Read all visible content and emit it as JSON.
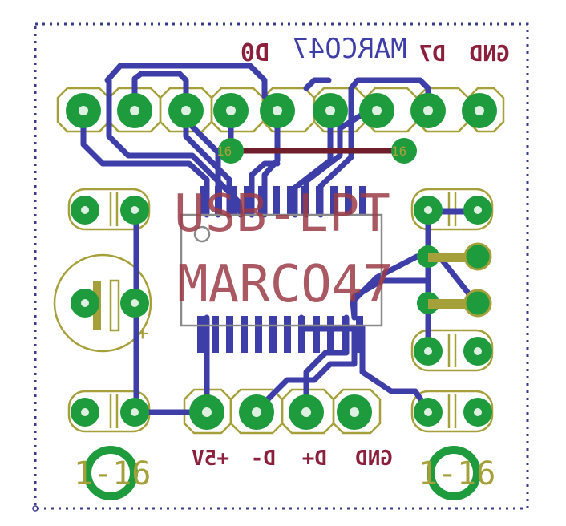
{
  "colors": {
    "background": "#ffffff",
    "outline": "#3a3a8c",
    "copper_trace": "#3e3ea8",
    "copper_bottom_trace": "#6e1f2b",
    "pad_copper": "#1e9b3c",
    "silkscreen": "#a6a03a",
    "doc_text_red": "#9b3b45",
    "doc_text_bottom": "#8c1f3b",
    "chip_outline": "#8a8a8a",
    "drill": "#ffffff"
  },
  "labels": {
    "top_left": "D0",
    "top_center": "MARCO47",
    "top_right_d7": "D7",
    "top_right_gnd": "GND",
    "title_line1": "USB-LPT",
    "title_line2": "MARCO47",
    "bottom_5v": "+5V",
    "bottom_dminus": "D-",
    "bottom_dplus": "D+",
    "bottom_gnd": "GND",
    "hole_left": "1-16",
    "hole_right": "1-16",
    "jumper_left": "16",
    "jumper_right": "16",
    "cap_plus": "+"
  },
  "icons": {
    "mount_hole": "mounting-hole-icon",
    "pad": "through-hole-pad-icon",
    "ic": "soic-chip-icon",
    "capacitor": "electrolytic-capacitor-icon"
  }
}
